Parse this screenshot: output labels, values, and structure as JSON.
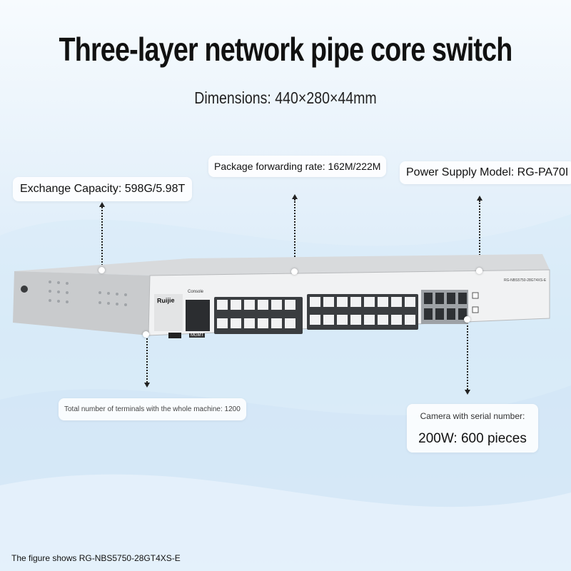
{
  "title": "Three-layer network pipe core switch",
  "subtitle": "Dimensions: 440×280×44mm",
  "callouts": {
    "exchange_capacity": "Exchange Capacity: 598G/5.98T",
    "forwarding_rate": "Package forwarding rate: 162M/222M",
    "power_supply": "Power Supply Model: RG-PA70I",
    "terminals": "Total number of terminals with the whole machine: 1200",
    "camera_line1": "Camera with serial number:",
    "camera_line2": "200W: 600 pieces"
  },
  "device": {
    "brand": "Ruijie",
    "model_label": "RG-NBS5750-28GT4XS-E",
    "console_label": "Console",
    "mgmt_label": "MGMT"
  },
  "footer": "The figure shows RG-NBS5750-28GT4XS-E"
}
